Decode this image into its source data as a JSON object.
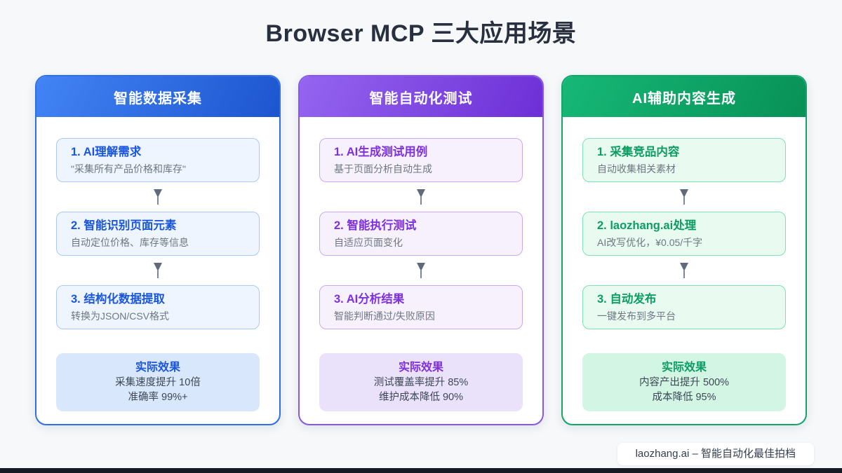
{
  "page": {
    "title": "Browser MCP 三大应用场景",
    "background": "#f6f8fa",
    "arrow_icon_color": "#5f6b7a"
  },
  "columns": [
    {
      "id": "smart-data-collection",
      "header": "智能数据采集",
      "theme": {
        "border": "#2e6fe8",
        "header_start": "#4284f5",
        "header_end": "#1d55cf",
        "step_bg": "#eef5ff",
        "step_border": "#a9c9f8",
        "accent": "#1a56db",
        "result_bg": "#d8e7fb"
      },
      "steps": [
        {
          "title": "1. AI理解需求",
          "desc": "\"采集所有产品价格和库存\""
        },
        {
          "title": "2. 智能识别页面元素",
          "desc": "自动定位价格、库存等信息"
        },
        {
          "title": "3. 结构化数据提取",
          "desc": "转换为JSON/CSV格式"
        }
      ],
      "result": {
        "label": "实际效果",
        "lines": [
          "采集速度提升 10倍",
          "准确率 99%+"
        ]
      }
    },
    {
      "id": "smart-automated-testing",
      "header": "智能自动化测试",
      "theme": {
        "border": "#8657e8",
        "header_start": "#9565f0",
        "header_end": "#6d2fd6",
        "step_bg": "#f7f1fe",
        "step_border": "#c8a9f2",
        "accent": "#7e30dc",
        "result_bg": "#eae2fa"
      },
      "steps": [
        {
          "title": "1. AI生成测试用例",
          "desc": "基于页面分析自动生成"
        },
        {
          "title": "2. 智能执行测试",
          "desc": "自适应页面变化"
        },
        {
          "title": "3. AI分析结果",
          "desc": "智能判断通过/失败原因"
        }
      ],
      "result": {
        "label": "实际效果",
        "lines": [
          "测试覆盖率提升 85%",
          "维护成本降低 90%"
        ]
      }
    },
    {
      "id": "ai-assisted-content",
      "header": "AI辅助内容生成",
      "theme": {
        "border": "#12a567",
        "header_start": "#16b877",
        "header_end": "#089157",
        "step_bg": "#e9fbf1",
        "step_border": "#7fe0b2",
        "accent": "#0c9d63",
        "result_bg": "#d3f5e3"
      },
      "steps": [
        {
          "title": "1. 采集竞品内容",
          "desc": "自动收集相关素材"
        },
        {
          "title": "2. laozhang.ai处理",
          "desc": "AI改写优化，¥0.05/千字"
        },
        {
          "title": "3. 自动发布",
          "desc": "一键发布到多平台"
        }
      ],
      "result": {
        "label": "实际效果",
        "lines": [
          "内容产出提升 500%",
          "成本降低 95%"
        ]
      }
    }
  ],
  "footer": {
    "text": "laozhang.ai – 智能自动化最佳拍档"
  }
}
